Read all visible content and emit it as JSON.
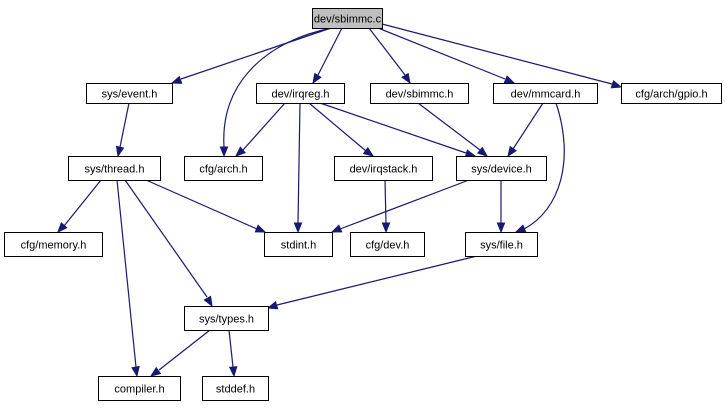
{
  "title": "dev/sbimmc.c",
  "colors": {
    "edge": "#191970",
    "root_fill": "#bfbfbf",
    "node_fill": "#ffffff",
    "node_stroke": "#000000",
    "external_stroke": "#bfbfbf",
    "external_text": "#7f7f7f"
  },
  "nodes": [
    {
      "id": "root",
      "label": "dev/sbimmc.c",
      "style": "root"
    },
    {
      "id": "sys_event",
      "label": "sys/event.h",
      "style": "normal"
    },
    {
      "id": "dev_irqreg",
      "label": "dev/irqreg.h",
      "style": "normal"
    },
    {
      "id": "dev_sbimmc_h",
      "label": "dev/sbimmc.h",
      "style": "normal"
    },
    {
      "id": "dev_mmcard",
      "label": "dev/mmcard.h",
      "style": "normal"
    },
    {
      "id": "cfg_gpio",
      "label": "cfg/arch/gpio.h",
      "style": "normal"
    },
    {
      "id": "sys_thread",
      "label": "sys/thread.h",
      "style": "normal"
    },
    {
      "id": "cfg_arch",
      "label": "cfg/arch.h",
      "style": "normal"
    },
    {
      "id": "dev_irqstack",
      "label": "dev/irqstack.h",
      "style": "normal"
    },
    {
      "id": "sys_device",
      "label": "sys/device.h",
      "style": "normal"
    },
    {
      "id": "cfg_memory",
      "label": "cfg/memory.h",
      "style": "normal"
    },
    {
      "id": "stdint",
      "label": "stdint.h",
      "style": "normal"
    },
    {
      "id": "cfg_dev",
      "label": "cfg/dev.h",
      "style": "normal"
    },
    {
      "id": "sys_file",
      "label": "sys/file.h",
      "style": "normal"
    },
    {
      "id": "sys_types",
      "label": "sys/types.h",
      "style": "normal"
    },
    {
      "id": "compiler",
      "label": "compiler.h",
      "style": "normal"
    },
    {
      "id": "stddef",
      "label": "stddef.h",
      "style": "external"
    }
  ],
  "edges": [
    {
      "from": "root",
      "to": "sys_event"
    },
    {
      "from": "root",
      "to": "cfg_arch"
    },
    {
      "from": "root",
      "to": "dev_irqreg"
    },
    {
      "from": "root",
      "to": "dev_sbimmc_h"
    },
    {
      "from": "root",
      "to": "dev_mmcard"
    },
    {
      "from": "root",
      "to": "cfg_gpio"
    },
    {
      "from": "sys_event",
      "to": "sys_thread"
    },
    {
      "from": "dev_irqreg",
      "to": "cfg_arch"
    },
    {
      "from": "dev_irqreg",
      "to": "stdint"
    },
    {
      "from": "dev_irqreg",
      "to": "dev_irqstack"
    },
    {
      "from": "dev_irqreg",
      "to": "sys_device"
    },
    {
      "from": "dev_sbimmc_h",
      "to": "sys_device"
    },
    {
      "from": "dev_mmcard",
      "to": "sys_device"
    },
    {
      "from": "dev_mmcard",
      "to": "sys_file"
    },
    {
      "from": "sys_thread",
      "to": "cfg_memory"
    },
    {
      "from": "sys_thread",
      "to": "stdint"
    },
    {
      "from": "sys_thread",
      "to": "sys_types"
    },
    {
      "from": "sys_thread",
      "to": "compiler"
    },
    {
      "from": "dev_irqstack",
      "to": "cfg_dev"
    },
    {
      "from": "sys_device",
      "to": "stdint"
    },
    {
      "from": "sys_device",
      "to": "sys_file"
    },
    {
      "from": "sys_file",
      "to": "sys_types"
    },
    {
      "from": "sys_types",
      "to": "compiler"
    },
    {
      "from": "sys_types",
      "to": "stddef"
    }
  ]
}
